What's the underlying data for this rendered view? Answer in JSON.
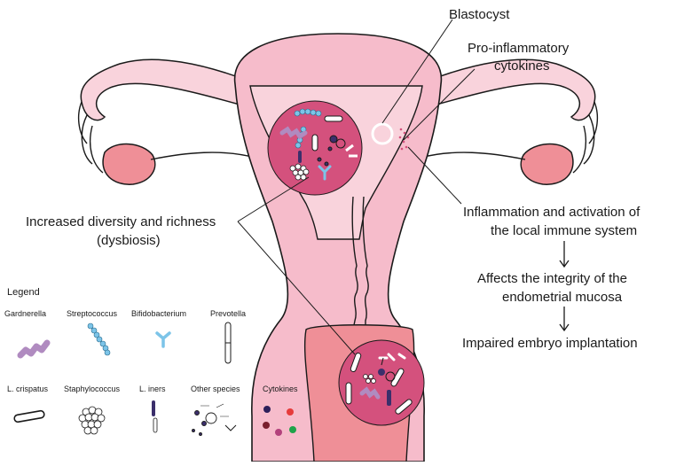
{
  "labels": {
    "blastocyst": "Blastocyst",
    "pro_inflammatory_line1": "Pro-inflammatory",
    "pro_inflammatory_line2": "cytokines",
    "dysbiosis_line1": "Increased diversity and richness",
    "dysbiosis_line2": "(dysbiosis)",
    "inflammation_line1": "Inflammation and activation of",
    "inflammation_line2": "the local immune system",
    "integrity_line1": "Affects the integrity of the",
    "integrity_line2": "endometrial mucosa",
    "implantation": "Impaired embryo implantation"
  },
  "legend": {
    "title": "Legend",
    "items": [
      {
        "name": "Gardnerella",
        "icon": "gardnerella-icon"
      },
      {
        "name": "Streptococcus",
        "icon": "streptococcus-icon"
      },
      {
        "name": "Bifidobacterium",
        "icon": "bifidobacterium-icon"
      },
      {
        "name": "Prevotella",
        "icon": "prevotella-icon"
      },
      {
        "name": "L. crispatus",
        "icon": "l-crispatus-icon"
      },
      {
        "name": "Staphylococcus",
        "icon": "staphylococcus-icon"
      },
      {
        "name": "L. iners",
        "icon": "l-iners-icon"
      },
      {
        "name": "Other species",
        "icon": "other-species-icon"
      },
      {
        "name": "Cytokines",
        "icon": "cytokines-icon"
      }
    ]
  },
  "colors": {
    "tissue_light": "#f9d3dc",
    "tissue_outline": "#1a1a1a",
    "ovary": "#ef8f97",
    "uterine_wall": "#f6bccb",
    "circle": "#d4517d",
    "gardnerella": "#b08bc0",
    "streptococcus": "#7cc4e8",
    "iners": "#3b2f6b"
  }
}
